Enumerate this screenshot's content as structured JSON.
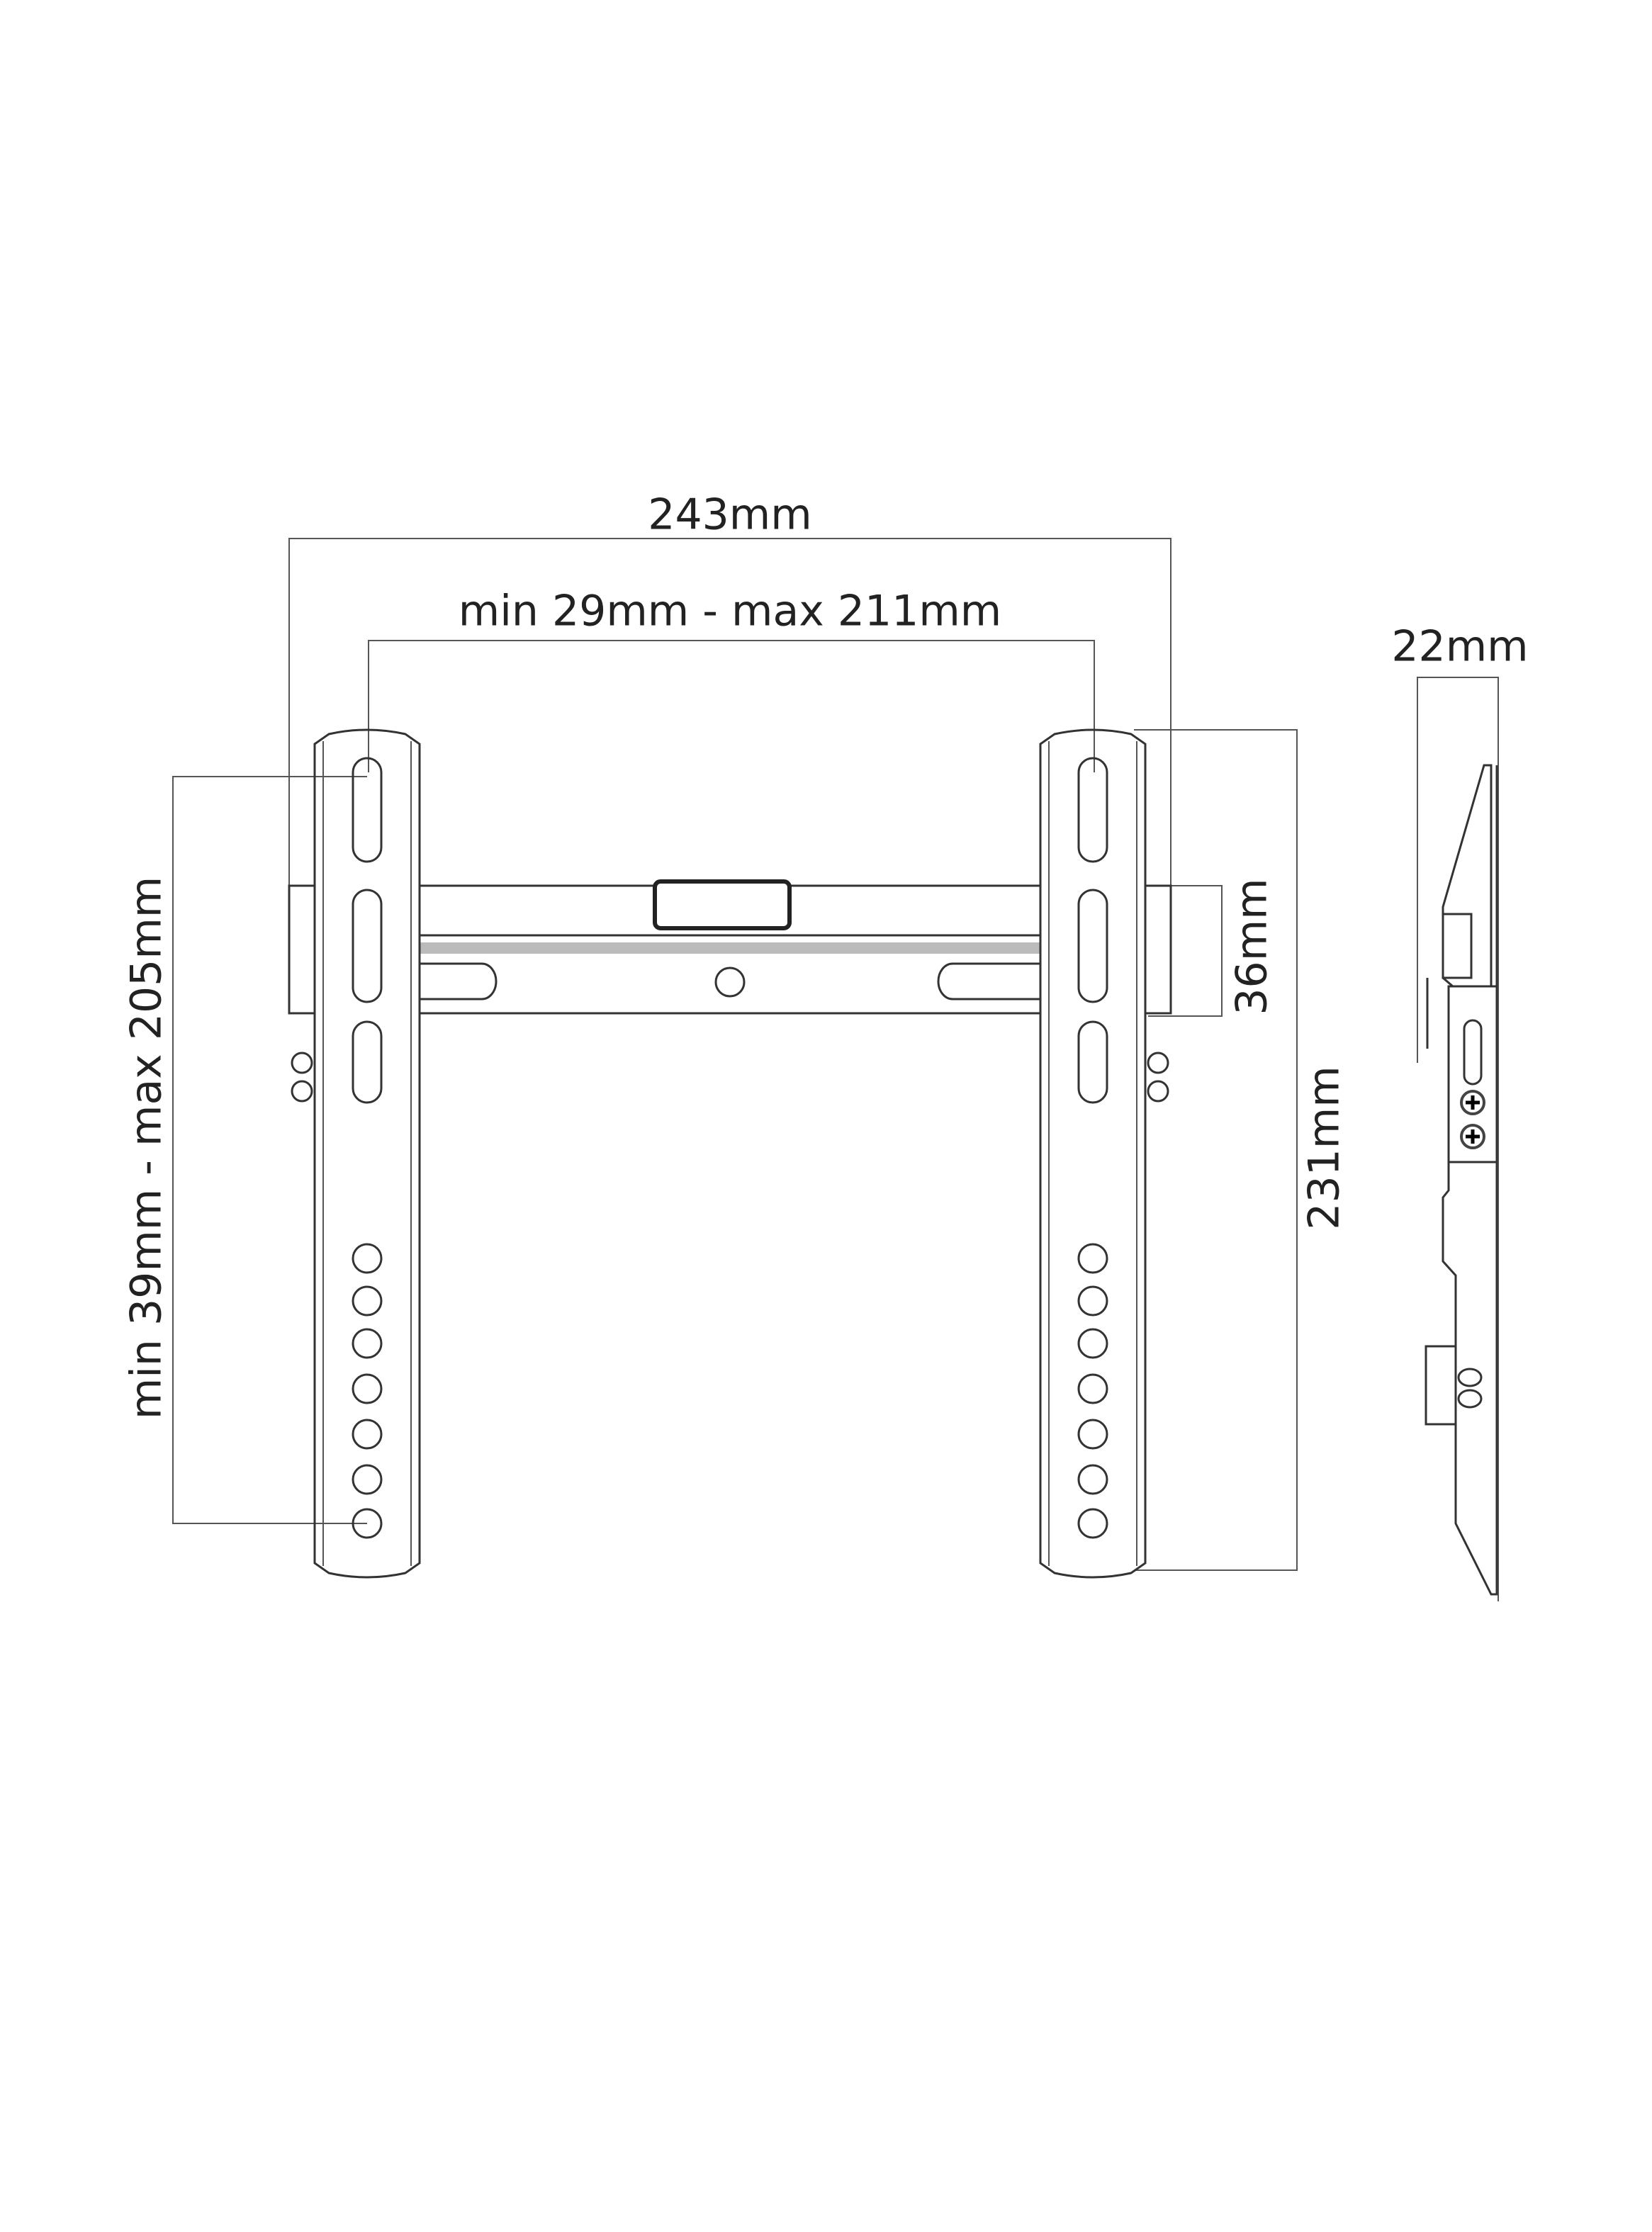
{
  "dimensions": {
    "overall_width": "243mm",
    "hole_spacing_horizontal": "min 29mm - max 211mm",
    "hole_spacing_vertical": "min 39mm - max 205mm",
    "crossbar_height": "36mm",
    "plate_height": "231mm",
    "depth": "22mm"
  }
}
